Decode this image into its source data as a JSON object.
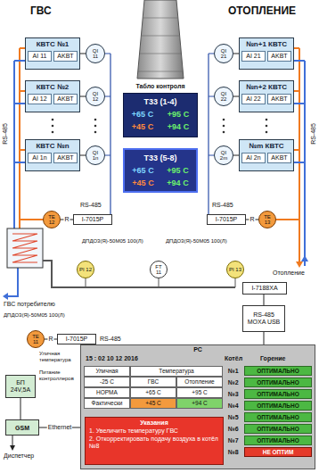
{
  "diagram": {
    "nodes": [
      {
        "text": [
          "КВТС №1",
          "AI 11",
          "AKBT"
        ]
      },
      {
        "text": [
          "QI 11"
        ]
      },
      {
        "text": [
          "КВТС №2",
          "AI 12",
          "AKBT"
        ]
      },
      {
        "text": [
          "QI 12"
        ]
      },
      {
        "text": [
          "КВТС №n",
          "AI 1n",
          "AKBT"
        ]
      },
      {
        "text": [
          "QI 1n"
        ]
      },
      {
        "text": [
          "№n+1 КВТС",
          "AI 21",
          "AKBT"
        ]
      },
      {
        "text": [
          "QI 21"
        ]
      },
      {
        "text": [
          "№n+2 КВТС",
          "AI 22",
          "AKBT"
        ]
      },
      {
        "text": [
          "QI 22"
        ]
      },
      {
        "text": [
          "№m КВТС",
          "AI 2n",
          "AKBT"
        ]
      },
      {
        "text": [
          "QI 2m"
        ]
      },
      {
        "text": [
          "Т33 (1-4)",
          "+65 C",
          "+95 C",
          "+45 C",
          "+94 C"
        ]
      },
      {
        "text": [
          "Т33 (5-8)",
          "+65 C",
          "+95 C",
          "+45 C",
          "+94 C"
        ]
      },
      {
        "text": [
          "TE 12"
        ]
      },
      {
        "text": [
          "I-7015P"
        ]
      },
      {
        "text": [
          "PI 12"
        ]
      },
      {
        "text": [
          "TE 13"
        ]
      },
      {
        "text": [
          "I-7015P"
        ]
      },
      {
        "text": [
          "PI 13"
        ]
      },
      {
        "text": [
          "FT 11"
        ]
      },
      {
        "text": [
          "TE 11"
        ]
      },
      {
        "text": [
          "I-7015P"
        ]
      },
      {
        "text": [
          "БП 24V,5A"
        ]
      },
      {
        "text": [
          "GSM"
        ]
      },
      {
        "text": [
          "I-7188XA"
        ]
      },
      {
        "text": [
          "RS-485 MOXA USB"
        ]
      },
      {
        "text": [
          "PC"
        ]
      },
      {
        "text": [
          "Указания",
          "1. Увеличить температуру ГВС",
          "2. Откорректировать подачу воздуха в котёл №8"
        ],
        "in": 27
      }
    ],
    "edges": [
      {
        "from": 14,
        "to": 15,
        "arrow": "none",
        "label": "R"
      },
      {
        "from": 17,
        "to": 18,
        "arrow": "none",
        "label": "R"
      },
      {
        "from": 21,
        "to": 22,
        "arrow": "none",
        "label": "R"
      },
      {
        "from": 25,
        "to": 26,
        "arrow": "none"
      },
      {
        "from": 26,
        "to": 27,
        "arrow": "none"
      },
      {
        "from": 23,
        "to": 24,
        "arrow": "none"
      },
      {
        "from": 24,
        "to": 27,
        "arrow": "none",
        "label": "Ethernet"
      }
    ],
    "labels": [
      "ГВС",
      "ОТОПЛЕНИЕ",
      "Табло контроля",
      "RS-485",
      "RS-485",
      "RS-485",
      "RS-485",
      "ДПДО3(Я)-50М05 100(Л)",
      "ДПДО3(Я)-50М05 100(Л)",
      "ГВС потребителю",
      "ДПДО3(Я)-50М05 100(Л)",
      "RS-485",
      "Уличная температура",
      "Питание контроллеров",
      "Диспетчер",
      "Отопление",
      "15 : 02 10 12 2016",
      "Котёл",
      "Горение",
      "№1",
      "№2",
      "№3",
      "№4",
      "№5",
      "№6",
      "№7",
      "№8",
      "ОПТИМАЛЬНО",
      "ОПТИМАЛЬНО",
      "ОПТИМАЛЬНО",
      "ОПТИМАЛЬНО",
      "ОПТИМАЛЬНО",
      "ОПТИМАЛЬНО",
      "ОПТИМАЛЬНО",
      "НЕ ОПТИМ",
      "Уличная",
      "Температура",
      "-25 C",
      "ГВС",
      "Отопление",
      "НОРМА",
      "+65 C",
      "+95 C",
      "Фактически",
      "+45 C",
      "+94 C"
    ]
  }
}
